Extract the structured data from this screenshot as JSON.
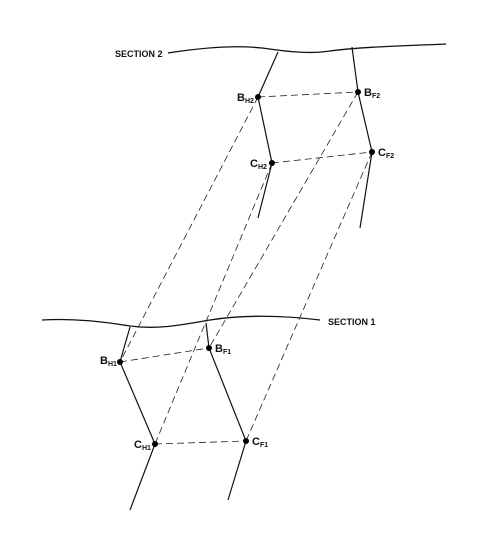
{
  "sections": [
    {
      "id": "section-2",
      "label": "SECTION 2"
    },
    {
      "id": "section-1",
      "label": "SECTION 1"
    }
  ],
  "points": [
    {
      "id": "b-h2",
      "letter": "B",
      "subscript": "H2"
    },
    {
      "id": "b-f2",
      "letter": "B",
      "subscript": "F2"
    },
    {
      "id": "c-h2",
      "letter": "C",
      "subscript": "H2"
    },
    {
      "id": "c-f2",
      "letter": "C",
      "subscript": "F2"
    },
    {
      "id": "b-h1",
      "letter": "B",
      "subscript": "H1"
    },
    {
      "id": "b-f1",
      "letter": "B",
      "subscript": "F1"
    },
    {
      "id": "c-h1",
      "letter": "C",
      "subscript": "H1"
    },
    {
      "id": "c-f1",
      "letter": "C",
      "subscript": "F1"
    }
  ]
}
